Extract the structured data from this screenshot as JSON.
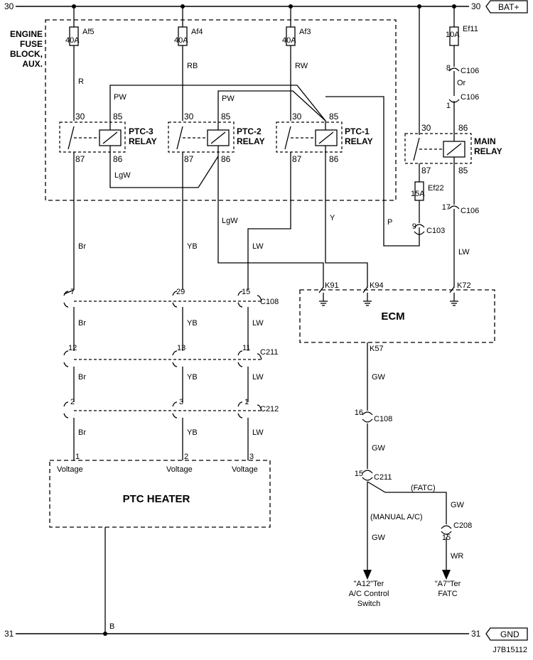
{
  "terminals": {
    "top_left": "30",
    "top_right": "30",
    "bottom_left": "31",
    "bottom_right": "31",
    "bat": "BAT+",
    "gnd": "GND"
  },
  "block_label": [
    "ENGINE",
    "FUSE",
    "BLOCK,",
    "AUX."
  ],
  "fuses": {
    "af5": {
      "name": "Af5",
      "rating": "40A"
    },
    "af4": {
      "name": "Af4",
      "rating": "40A"
    },
    "af3": {
      "name": "Af3",
      "rating": "40A"
    },
    "ef11": {
      "name": "Ef11",
      "rating": "10A"
    },
    "ef22": {
      "name": "Ef22",
      "rating": "15A"
    }
  },
  "relays": {
    "ptc3": {
      "line1": "PTC-3",
      "line2": "RELAY",
      "p30": "30",
      "p85": "85",
      "p87": "87",
      "p86": "86"
    },
    "ptc2": {
      "line1": "PTC-2",
      "line2": "RELAY",
      "p30": "30",
      "p85": "85",
      "p87": "87",
      "p86": "86"
    },
    "ptc1": {
      "line1": "PTC-1",
      "line2": "RELAY",
      "p30": "30",
      "p85": "85",
      "p87": "87",
      "p86": "86"
    },
    "main": {
      "line1": "MAIN",
      "line2": "RELAY",
      "p30": "30",
      "p86": "86",
      "p87": "87",
      "p85": "85"
    }
  },
  "wires": {
    "r": "R",
    "rb": "RB",
    "rw": "RW",
    "pw1": "PW",
    "pw2": "PW",
    "lgw1": "LgW",
    "lgw2": "LgW",
    "y": "Y",
    "p": "P",
    "or": "Or",
    "lw1": "LW",
    "br1": "Br",
    "yb1": "YB",
    "lw2": "LW",
    "br2": "Br",
    "yb2": "YB",
    "lw3": "LW",
    "br3": "Br",
    "yb3": "YB",
    "lw4": "LW",
    "br4": "Br",
    "yb4": "YB",
    "lw5": "LW",
    "gw1": "GW",
    "gw2": "GW",
    "gw3": "GW",
    "gw4": "GW",
    "wr": "WR",
    "b": "B"
  },
  "connectors": {
    "c106a": {
      "pin": "8",
      "name": "C106"
    },
    "c106b": {
      "pin": "1",
      "name": "C106"
    },
    "c106c": {
      "pin": "17",
      "name": "C106"
    },
    "c103": {
      "pin": "9",
      "name": "C103"
    },
    "c108": {
      "name": "C108",
      "pins": [
        "7",
        "29",
        "15"
      ]
    },
    "c211": {
      "name": "C211",
      "pins": [
        "12",
        "13",
        "11"
      ]
    },
    "c212": {
      "name": "C212",
      "pins": [
        "2",
        "3",
        "1"
      ]
    },
    "c108b": {
      "pin": "16",
      "name": "C108"
    },
    "c211b": {
      "pin": "15",
      "name": "C211"
    },
    "c208": {
      "pin": "15",
      "name": "C208"
    }
  },
  "ecm": {
    "title": "ECM",
    "k91": "K91",
    "k94": "K94",
    "k72": "K72",
    "k57": "K57"
  },
  "heater": {
    "title": "PTC HEATER",
    "pins": [
      "1",
      "2",
      "3"
    ],
    "pin_label": "Voltage"
  },
  "branches": {
    "fatc": "(FATC)",
    "manual": "(MANUAL A/C)"
  },
  "destinations": {
    "a12": [
      "\"A12\"Ter",
      "A/C Control",
      "Switch"
    ],
    "a7": [
      "\"A7\"Ter",
      "FATC"
    ]
  },
  "figure_id": "J7B15112"
}
